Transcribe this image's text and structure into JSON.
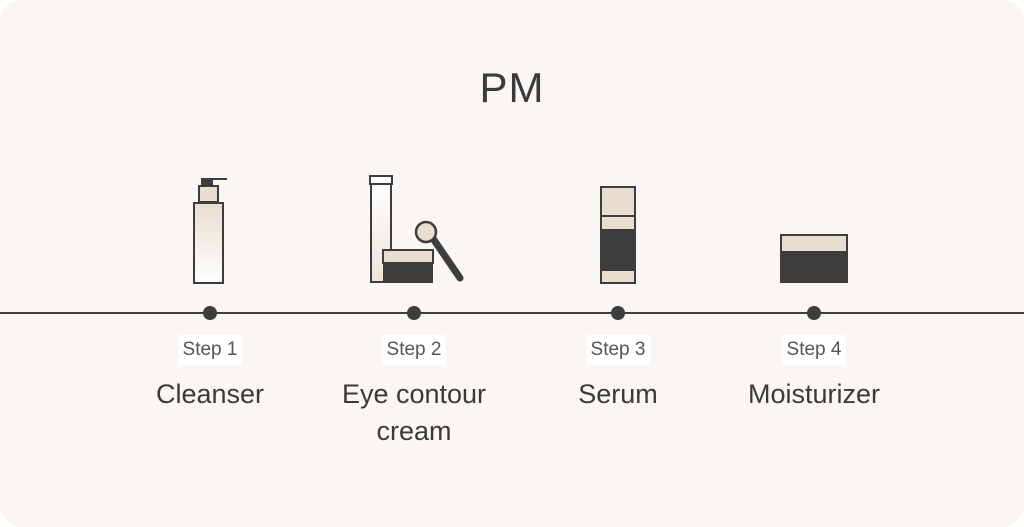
{
  "title": "PM",
  "colors": {
    "background": "#faf6f3",
    "line": "#3d3d3d",
    "beige": "#e9ddd0",
    "dark": "#3d3d3d"
  },
  "steps": [
    {
      "badge": "Step 1",
      "name": "Cleanser",
      "icon": "pump-bottle-icon"
    },
    {
      "badge": "Step 2",
      "name": "Eye contour cream",
      "icon": "tube-and-jar-icon"
    },
    {
      "badge": "Step 3",
      "name": "Serum",
      "icon": "serum-bottle-icon"
    },
    {
      "badge": "Step 4",
      "name": "Moisturizer",
      "icon": "cream-jar-icon"
    }
  ]
}
